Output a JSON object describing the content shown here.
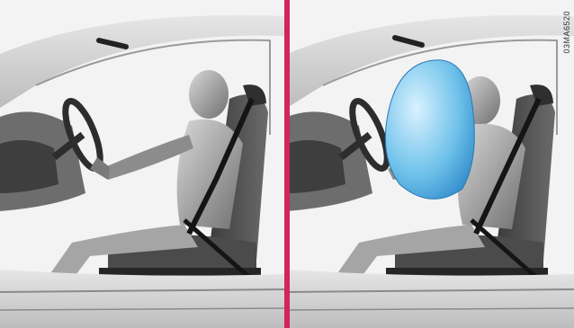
{
  "figure": {
    "divider_color": "#d4245a",
    "image_code": "03MA6520"
  },
  "panels": [
    {
      "state": "driver-seated"
    },
    {
      "state": "airbag-deployed"
    }
  ],
  "colors": {
    "background": "#f2f2f2",
    "car_body": "#cfd0d1",
    "interior_dark": "#4a4a4a",
    "mannequin": "#9a9a9a",
    "airbag": "#6ec1ea"
  }
}
